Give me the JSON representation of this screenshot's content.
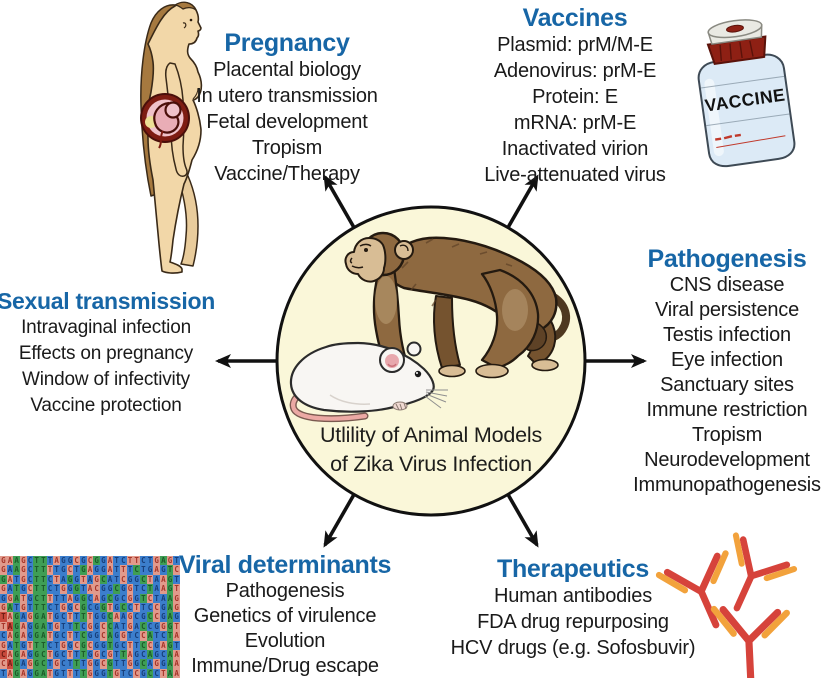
{
  "center": {
    "line1": "Utlility of Animal Models",
    "line2": "of Zika Virus Infection"
  },
  "sections": {
    "pregnancy": {
      "title": "Pregnancy",
      "items": [
        "Placental biology",
        "In utero transmission",
        "Fetal development",
        "Tropism",
        "Vaccine/Therapy"
      ]
    },
    "vaccines": {
      "title": "Vaccines",
      "items": [
        "Plasmid: prM/M-E",
        "Adenovirus: prM-E",
        "Protein: E",
        "mRNA: prM-E",
        "Inactivated virion",
        "Live-attenuated virus"
      ]
    },
    "pathogenesis": {
      "title": "Pathogenesis",
      "items": [
        "CNS disease",
        "Viral persistence",
        "Testis infection",
        "Eye infection",
        "Sanctuary sites",
        "Immune restriction",
        "Tropism",
        "Neurodevelopment",
        "Immunopathogenesis"
      ]
    },
    "sexual_transmission": {
      "title": "Sexual transmission",
      "items": [
        "Intravaginal infection",
        "Effects on pregnancy",
        "Window of infectivity",
        "Vaccine protection"
      ]
    },
    "viral_determinants": {
      "title": "Viral determinants",
      "items": [
        "Pathogenesis",
        "Genetics of virulence",
        "Evolution",
        "Immune/Drug escape"
      ]
    },
    "therapeutics": {
      "title": "Therapeutics",
      "items": [
        "Human antibodies",
        "FDA drug repurposing",
        "HCV drugs (e.g. Sofosbuvir)"
      ]
    }
  },
  "vial": {
    "label": "VACCINE"
  },
  "colors": {
    "header_blue": "#1766A6",
    "body_text": "#1A1A1A",
    "circle_fill": "#FAF7D9",
    "outline_black": "#111111",
    "monkey_brown": "#8E6940",
    "monkey_dark": "#75532F",
    "monkey_light": "#B89B72",
    "monkey_tan": "#D8BD95",
    "mouse_white": "#F8F6F3",
    "mouse_pink": "#E59AA0",
    "skin": "#F2D7A8",
    "hair_brown": "#A6793F",
    "womb_red": "#7E1C12",
    "womb_pink": "#F0C2CA",
    "vial_blue": "#DCEAF6",
    "vial_cap_red": "#8E2014",
    "antibody_red": "#D6433B",
    "antibody_orange": "#F2A23C"
  },
  "alignment": {
    "palette": {
      "s": [
        "#E19A8C",
        "#A63428"
      ],
      "b": [
        "#3C7ECC",
        "#173E7A"
      ],
      "g": [
        "#3F9E55",
        "#1C5A28"
      ],
      "r": [
        "#C94A3D",
        "#6E1D14"
      ],
      "p": [
        "#ECC3BC",
        "#B05248"
      ]
    },
    "rows": [
      {
        "s": "GAAGCTTTAGGCGCGGATCTTCTGAGT",
        "c": "ssgsbggbsbbsbsgbsbbssbbsgsb"
      },
      {
        "s": "GAAGCTTTTGCTGAGGATTTCTGAGTC",
        "c": "sbgsbggsbbsbgsbbsbsbgbbsbgs"
      },
      {
        "s": "GATGCTTCTAGGTAGCATCGGCTAAGT",
        "c": "gsbsbggbsbgbsbsgbbsbbgsbsgb"
      },
      {
        "s": "GATGCTTCTGGGTACGGCGGTCTAAGT",
        "c": "sbgbsggbbsbgbssbbgbsbbgbsgs"
      },
      {
        "s": "GGATGCTTTTAGGCAGCGCGGTCTAAG",
        "c": "bsgsbggsbbsbgbsbgbbsbgsbbgs"
      },
      {
        "s": "GATGTTTCTGGCGCGGTGCCTTCCGAG",
        "c": "sgbsbggbbsbsgbbgsbgbsbbsbgs"
      },
      {
        "s": "TAGAGGATGCTTTTGGCAAGCGCCGAG",
        "c": "rsgbsggsbbsbgsbbgsbsbbgsbgb"
      },
      {
        "s": "TAGAGGATGTTTCGGCCATGACCGGGT",
        "c": "srgsbggbsbbgbsbsgbbsbgbbsgs"
      },
      {
        "s": "CAGAGGATGCTTCGGCAGGTCCATCTA",
        "c": "bsgsbggsbbsbgbbsgbsbbsgbbgs"
      },
      {
        "s": "GATGTTTCTGGCGCGGTGCTTCCGAGT",
        "c": "sbgbsggbbsbsgsbbgbbsbgsbsgb"
      },
      {
        "s": "CAGAGGCTGCTTTGGCGTTAGCAGCAA",
        "c": "rsgsbggsbbsbgbsbsbgsbbgbbgs"
      },
      {
        "s": "CAGAGGCTGCTTTGGCGTTGGCAGGAA",
        "c": "srgbsggbsbbgbsbsgbbsbgbsbgs"
      },
      {
        "s": "TAGAGGATGTTTTGGGTGTCCGCCTAA",
        "c": "bsgsbggsbbsbgsbbgsbbsbgbsgs"
      }
    ]
  }
}
